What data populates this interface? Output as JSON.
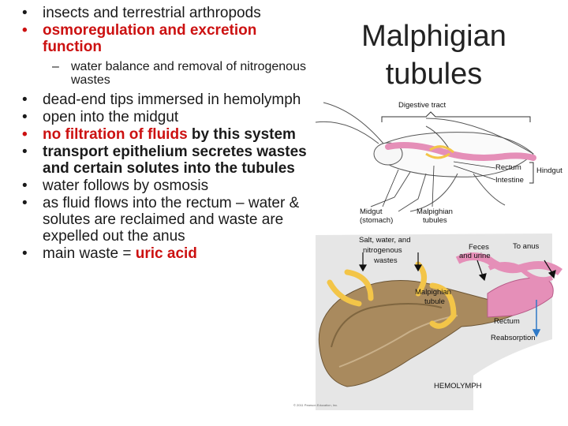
{
  "title_line1": "Malphigian",
  "title_line2": "tubules",
  "bullets": {
    "b1": "insects and terrestrial arthropods",
    "b2": "osmoregulation and excretion function",
    "b2_sub": "water balance and removal of nitrogenous wastes",
    "b3": "dead-end tips immersed in hemolymph",
    "b4": "open into the midgut",
    "b5_red": "no filtration of fluids",
    "b5_rest": " by this system",
    "b6": "transport epithelium secretes wastes and certain solutes into the tubules",
    "b7": "water follows by osmosis",
    "b8": "as fluid flows into the rectum – water & solutes are reclaimed and waste are expelled out the anus",
    "b9_pre": "main waste = ",
    "b9_red": "uric acid"
  },
  "figure": {
    "digestive_tract": "Digestive tract",
    "rectum": "Rectum",
    "intestine": "Intestine",
    "hindgut": "Hindgut",
    "midgut_1": "Midgut",
    "midgut_2": "(stomach)",
    "malpighian_top_1": "Malpighian",
    "malpighian_top_2": "tubules",
    "salt_1": "Salt, water, and",
    "salt_2": "nitrogenous",
    "salt_3": "wastes",
    "feces_1": "Feces",
    "feces_2": "and urine",
    "to_anus": "To anus",
    "malpighian_mid_1": "Malpighian",
    "malpighian_mid_2": "tubule",
    "rectum_lower": "Rectum",
    "reabsorption": "Reabsorption",
    "hemolymph": "HEMOLYMPH",
    "copyright": "© 2011 Pearson Education, Inc."
  },
  "colors": {
    "bullet_red": "#cc1111",
    "tubule_yellow": "#f3c548",
    "gut_brown": "#a98a5e",
    "rectum_pink": "#e58fb8",
    "hemolymph_bg": "#e6e6e6"
  }
}
